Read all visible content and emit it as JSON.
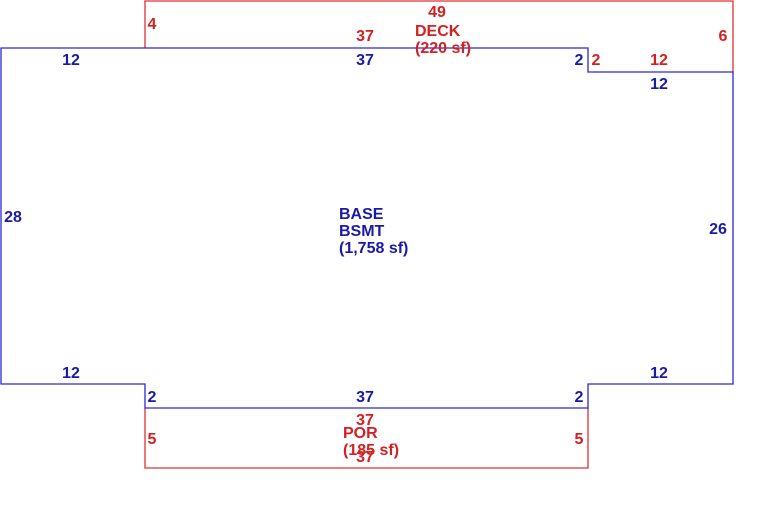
{
  "base": {
    "name": "BASE",
    "sub": "BSMT",
    "area": "(1,758 sf)",
    "dims": {
      "top_left": "12",
      "top_mid": "37",
      "top_step": "2",
      "right_top": "12",
      "left": "28",
      "right": "26",
      "bottom_left": "12",
      "bottom_step_left": "2",
      "bottom_mid": "37",
      "bottom_step_right": "2",
      "bottom_right": "12"
    }
  },
  "deck": {
    "name": "DECK",
    "area": "(220 sf)",
    "dims": {
      "top": "49",
      "left": "4",
      "bottom_mid": "37",
      "right": "6",
      "step": "2",
      "bottom_right": "12"
    }
  },
  "porch": {
    "name": "POR",
    "area": "(185 sf)",
    "dims": {
      "top": "37",
      "left": "5",
      "right": "5",
      "bottom": "37"
    }
  },
  "colors": {
    "base": "#2a2ad0",
    "addition": "#e03030"
  }
}
